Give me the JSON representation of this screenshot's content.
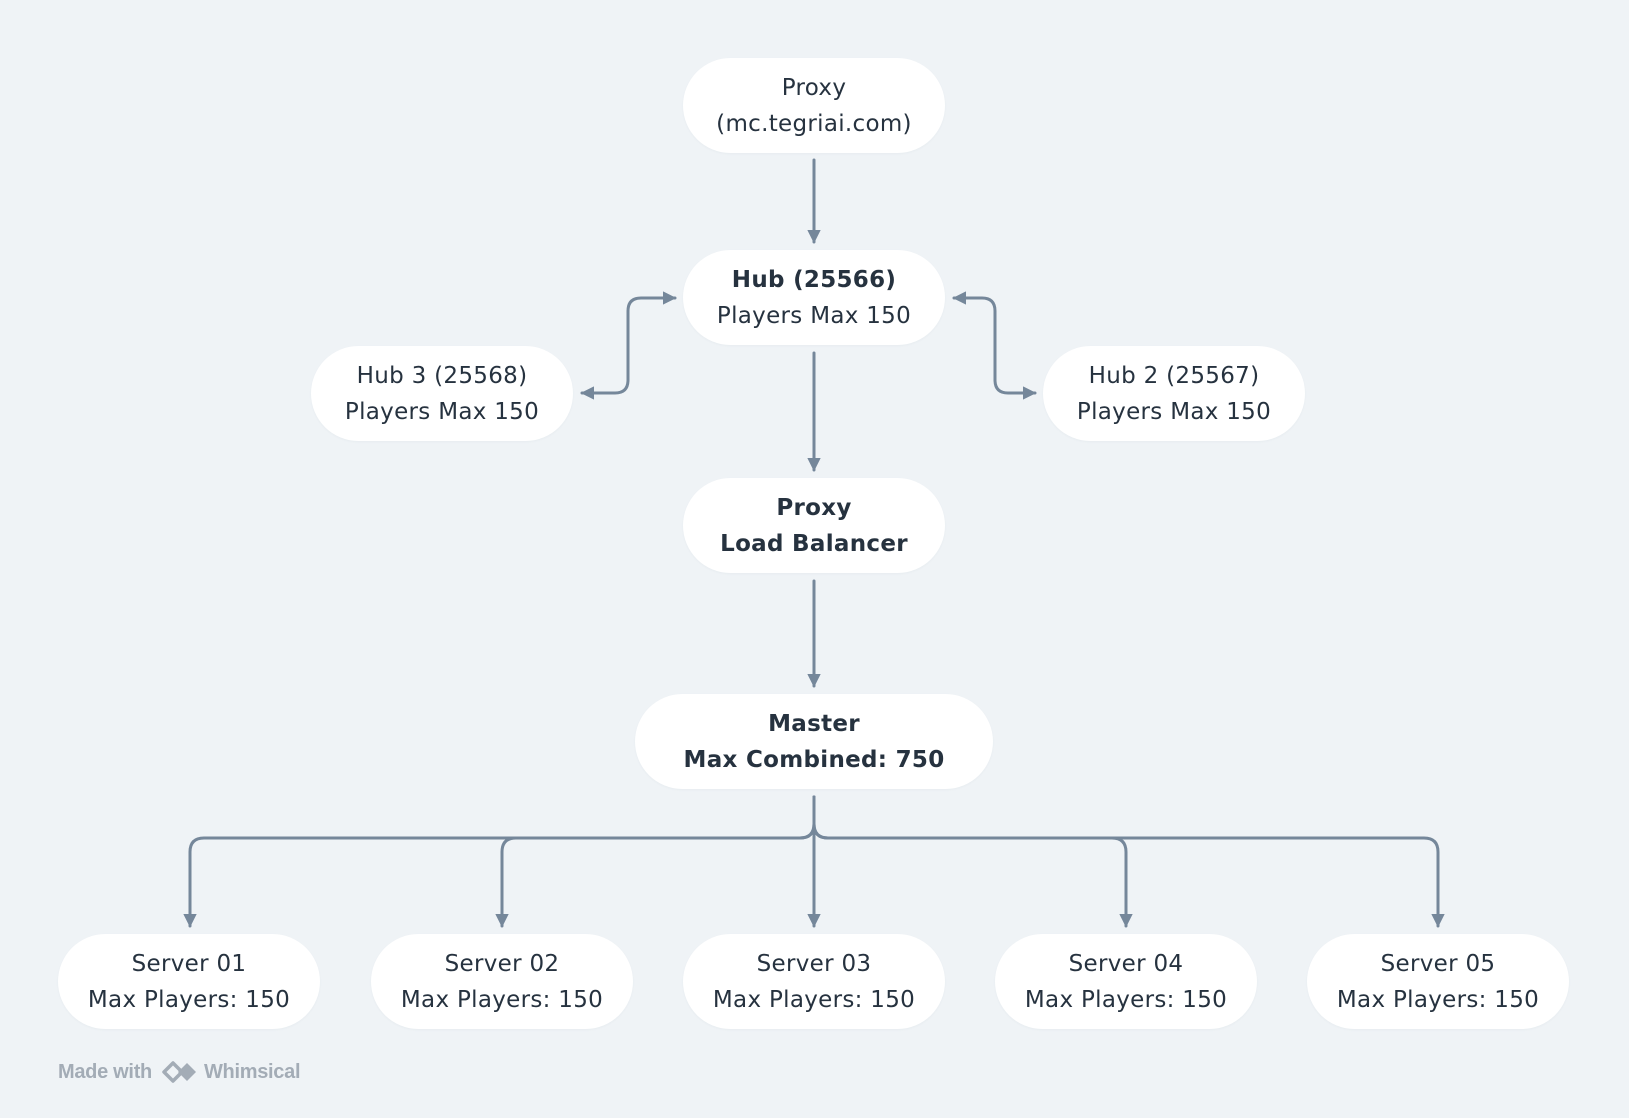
{
  "nodes": {
    "proxy_top": {
      "line1": "Proxy",
      "line2": "(mc.tegriai.com)"
    },
    "hub_main": {
      "line1": "Hub (25566)",
      "line2": "Players Max 150"
    },
    "hub_3": {
      "line1": "Hub 3 (25568)",
      "line2": "Players Max 150"
    },
    "hub_2": {
      "line1": "Hub 2 (25567)",
      "line2": "Players Max 150"
    },
    "proxy_lb": {
      "line1": "Proxy",
      "line2": "Load Balancer"
    },
    "master": {
      "line1": "Master",
      "line2": "Max Combined: 750"
    },
    "servers": [
      {
        "line1": "Server 01",
        "line2": "Max Players: 150"
      },
      {
        "line1": "Server 02",
        "line2": "Max Players: 150"
      },
      {
        "line1": "Server 03",
        "line2": "Max Players: 150"
      },
      {
        "line1": "Server 04",
        "line2": "Max Players: 150"
      },
      {
        "line1": "Server 05",
        "line2": "Max Players: 150"
      }
    ]
  },
  "footer": {
    "made_with": "Made with",
    "brand": "Whimsical"
  },
  "colors": {
    "background": "#eff3f6",
    "node": "#ffffff",
    "connector": "#75879a",
    "text": "#26323f",
    "footer": "#a3acb6"
  }
}
